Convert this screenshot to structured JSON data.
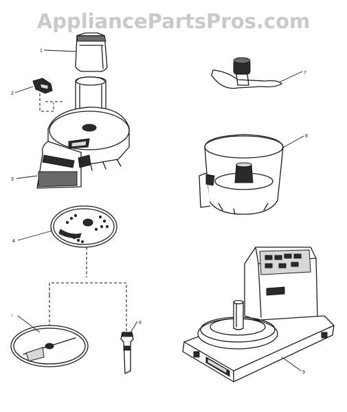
{
  "watermark": "AppliancePartsPros.com",
  "callouts": {
    "pusher": "1",
    "latch": "2",
    "cover": "3",
    "slicing_disc": "4",
    "disc_stem": "6",
    "blade": "7",
    "bowl": "8",
    "base": "9"
  }
}
